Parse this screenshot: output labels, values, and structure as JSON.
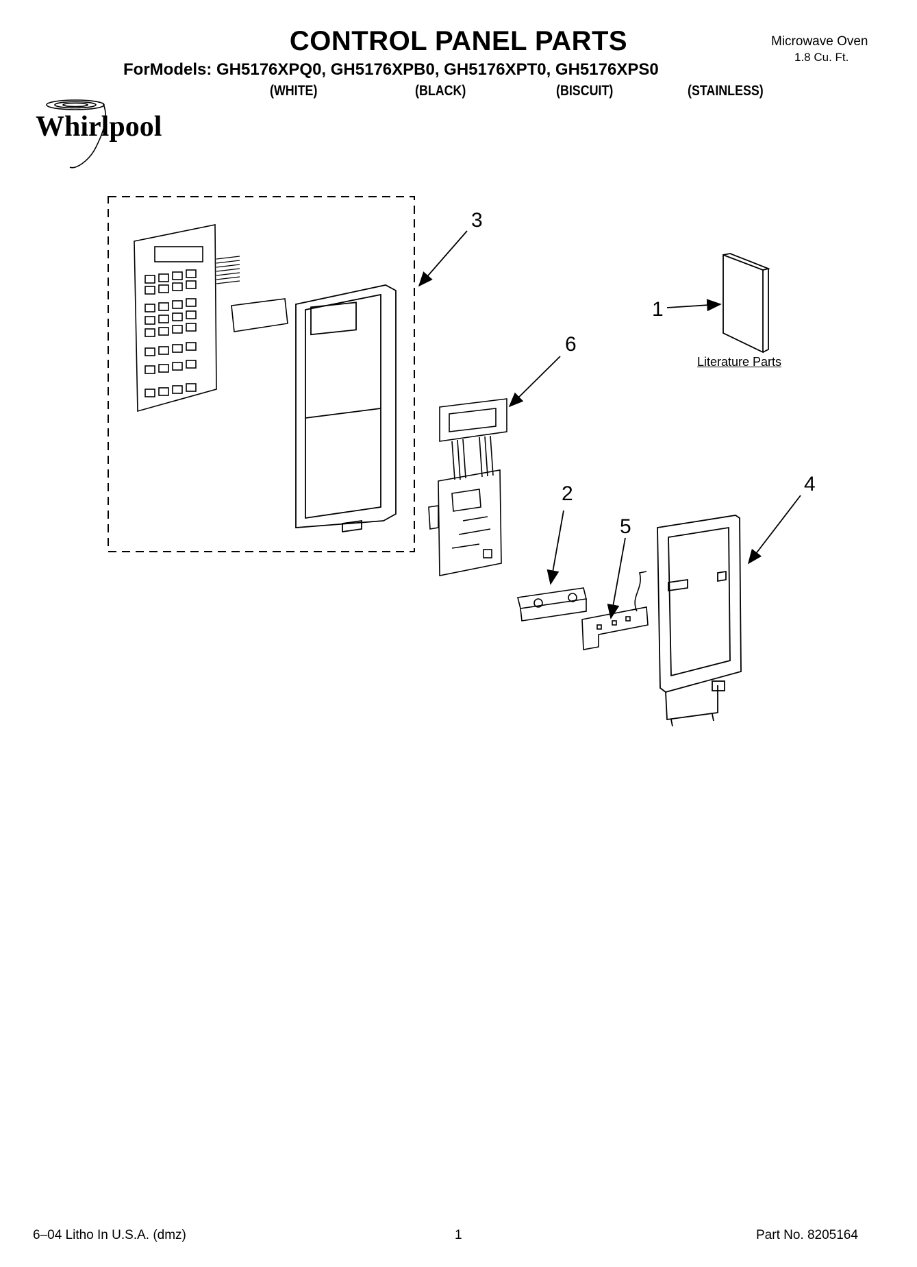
{
  "header": {
    "title": "CONTROL PANEL PARTS",
    "product": "Microwave Oven",
    "capacity": "1.8 Cu. Ft.",
    "models_line": "ForModels: GH5176XPQ0, GH5176XPB0, GH5176XPT0, GH5176XPS0",
    "colors": [
      "(WHITE)",
      "(BLACK)",
      "(BISCUIT)",
      "(STAINLESS)"
    ]
  },
  "logo": {
    "text": "Whirlpool"
  },
  "callouts": [
    "1",
    "2",
    "3",
    "4",
    "5",
    "6"
  ],
  "literature_label": "Literature Parts",
  "footer": {
    "litho": "6–04 Litho In U.S.A. (dmz)",
    "page": "1",
    "part_no": "Part No. 8205164"
  }
}
